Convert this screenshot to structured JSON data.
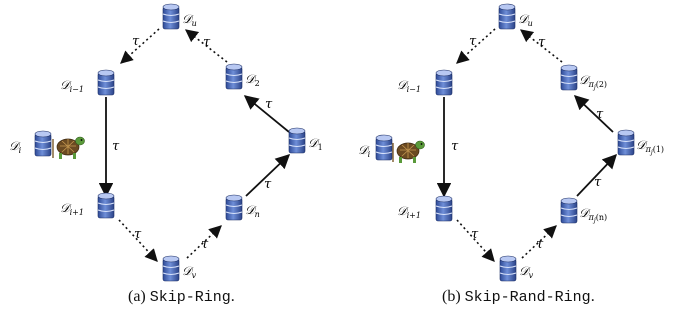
{
  "panels": [
    {
      "id": "a",
      "nodes": {
        "u": {
          "sym": "𝒟",
          "sub": "u"
        },
        "im1": {
          "sym": "𝒟",
          "sub": "i−1"
        },
        "i": {
          "sym": "𝒟",
          "sub": "i"
        },
        "ip1": {
          "sym": "𝒟",
          "sub": "i+1"
        },
        "v": {
          "sym": "𝒟",
          "sub": "v"
        },
        "n": {
          "sym": "𝒟",
          "sub": "n"
        },
        "one": {
          "sym": "𝒟",
          "sub": "1"
        },
        "two": {
          "sym": "𝒟",
          "sub": "2"
        }
      },
      "edge_label": "τ",
      "caption": {
        "tag": "(a)",
        "name": "Skip-Ring",
        "end": "."
      }
    },
    {
      "id": "b",
      "nodes": {
        "u": {
          "sym": "𝒟",
          "sub": "u"
        },
        "im1": {
          "sym": "𝒟",
          "sub": "i−1"
        },
        "i": {
          "sym": "𝒟",
          "sub": "i"
        },
        "ip1": {
          "sym": "𝒟",
          "sub": "i+1"
        },
        "v": {
          "sym": "𝒟",
          "sub": "v"
        },
        "n": {
          "sym": "𝒟",
          "sub": "π",
          "sub2": "j",
          "paren": "(n)"
        },
        "one": {
          "sym": "𝒟",
          "sub": "π",
          "sub2": "j",
          "paren": "(1)"
        },
        "two": {
          "sym": "𝒟",
          "sub": "π",
          "sub2": "j",
          "paren": "(2)"
        }
      },
      "edge_label": "τ",
      "caption": {
        "tag": "(b)",
        "name": "Skip-Rand-Ring",
        "end": "."
      }
    }
  ],
  "colors": {
    "db_blue": "#3f5fb0",
    "db_light": "#9fb3e6",
    "arrow": "#111111",
    "turtle_shell": "#6b4a22",
    "turtle_skin": "#5a9a3a"
  }
}
